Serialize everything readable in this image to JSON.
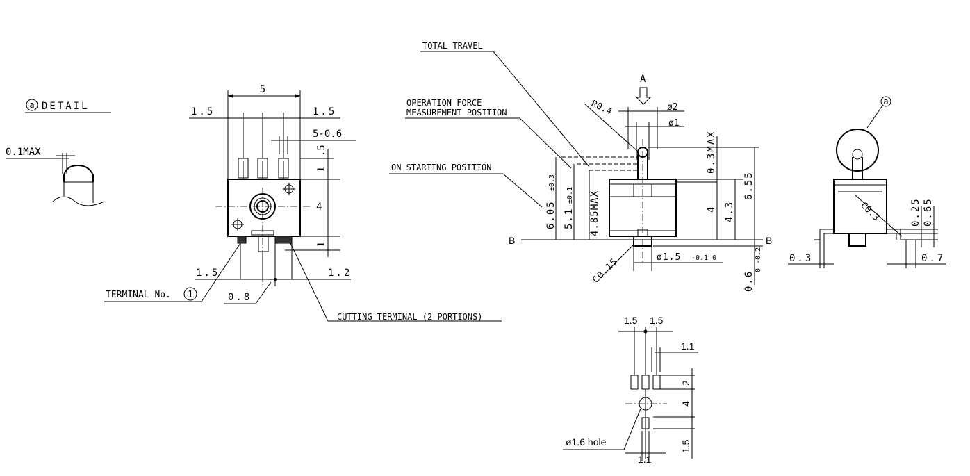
{
  "detail_view": {
    "marker": "a",
    "title": "DETAIL",
    "max_label": "0.1MAX"
  },
  "front_view": {
    "width": "5",
    "left_pitch": "1.5",
    "right_pitch": "1.5",
    "terminal_width": "5-0.6",
    "dim_top": ".5",
    "dim_upper": "1",
    "height": "4",
    "dim_bottom": "1",
    "bottom_left": "1.5",
    "bottom_right": "1.2",
    "center": "0.8",
    "terminal_label": "TERMINAL No.",
    "terminal_no": "1",
    "cutting_label": "CUTTING TERMINAL (2 PORTIONS)"
  },
  "side_view": {
    "total_travel": "TOTAL TRAVEL",
    "operation_force_1": "OPERATION FORCE",
    "operation_force_2": "MEASUREMENT POSITION",
    "starting_position": "ON STARTING POSITION",
    "arrow_label": "A",
    "radius": "R0.4",
    "dia_2": "ø2",
    "dia_1": "ø1",
    "max_03": "0.3MAX",
    "h_605": "6.05",
    "h_605_tol": "±0.3",
    "h_51": "5.1",
    "h_51_tol": "±0.1",
    "h_485": "4.85MAX",
    "h_4": "4",
    "h_43": "4.3",
    "h_655": "6.55",
    "chamfer": "C0.15",
    "shaft_dia": "ø1.5",
    "shaft_tol": "-0.1 0",
    "base_06": "0.6",
    "base_tol": "0 -0.2",
    "datum_left": "B",
    "datum_right": "B"
  },
  "right_view": {
    "marker": "a",
    "chamfer": "C0.3",
    "d025": "0.25",
    "d065": "0.65",
    "d03": "0.3",
    "d07": "0.7"
  },
  "pcb_layout": {
    "pitch_left": "1.5",
    "pitch_right": "1.5",
    "pad_width": "1.1",
    "d2": "2",
    "d4": "4",
    "d15": "1.5",
    "bottom_width": "1.1",
    "hole_label": "ø1.6 hole"
  }
}
